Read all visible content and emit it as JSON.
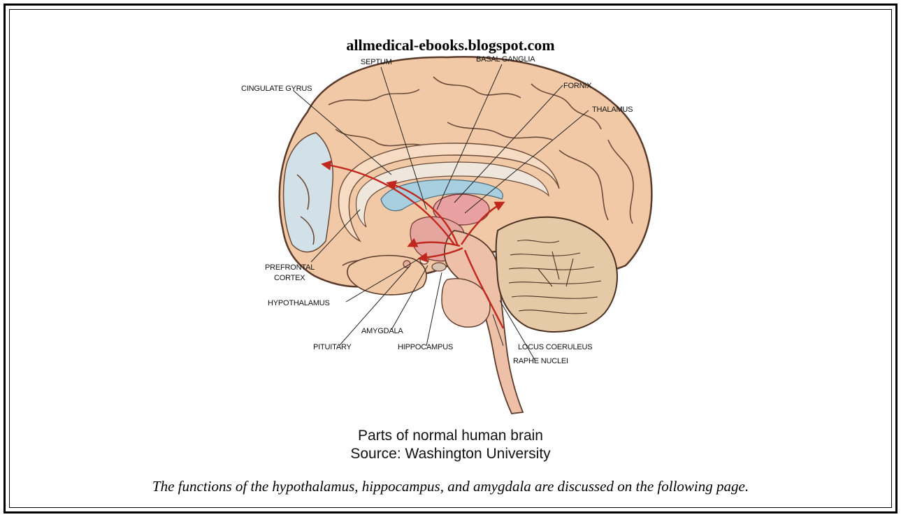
{
  "watermark": "allmedical-ebooks.blogspot.com",
  "labels": {
    "septum": "SEPTUM",
    "basal_ganglia": "BASAL GANGLIA",
    "cingulate_gyrus": "CINGULATE GYRUS",
    "fornix": "FORNIX",
    "thalamus": "THALAMUS",
    "prefrontal_1": "PREFRONTAL",
    "prefrontal_2": "CORTEX",
    "hypothalamus": "HYPOTHALAMUS",
    "amygdala": "AMYGDALA",
    "pituitary": "PITUITARY",
    "hippocampus": "HIPPOCAMPUS",
    "locus_coeruleus": "LOCUS COERULEUS",
    "raphe_nuclei": "RAPHE NUCLEI"
  },
  "caption": {
    "line1": "Parts of normal human brain",
    "line2": "Source: Washington University"
  },
  "footnote": "The functions of the hypothalamus, hippocampus, and amygdala are discussed on the following page.",
  "colors": {
    "cortex": "#f2c9a6",
    "cortex_light": "#f7dcc3",
    "prefrontal_blue": "#cfe3ef",
    "corpus_callosum": "#efe6dc",
    "ventricle_blue": "#a8cfe0",
    "thalamus_pink": "#e8a0a0",
    "cerebellum": "#e6c9a6",
    "brainstem": "#efc0a8",
    "pathway_red": "#c0281e"
  }
}
